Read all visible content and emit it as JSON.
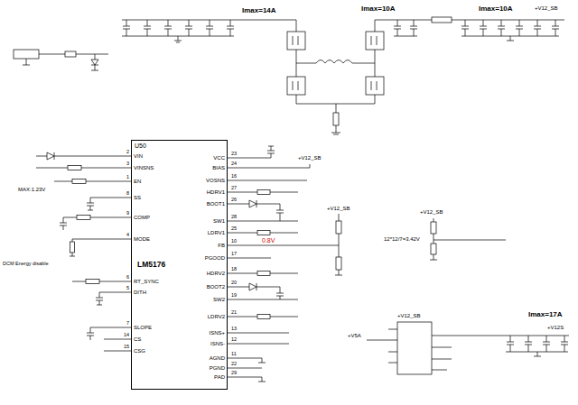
{
  "diagram": {
    "nodes": [
      {
        "text": [
          "U50",
          "LM5176"
        ]
      }
    ],
    "labels": [
      "Imax=14A",
      "Imax=10A",
      "Imax=10A",
      "+V12_SB",
      "Imax=17A",
      "+V12S",
      "+V12_SB",
      "+V12_SB",
      "+V12_SB",
      "12*12/7=3.42V",
      "0.8V",
      "MAX:1.23V",
      "DCM Energy disable",
      "+V12_SB",
      "+V5A",
      "VIN",
      "2",
      "VINSNS",
      "3",
      "EN",
      "1",
      "SS",
      "8",
      "COMP",
      "9",
      "MODE",
      "4",
      "RT_SYNC",
      "6",
      "DITH",
      "5",
      "SLOPE",
      "7",
      "CS",
      "14",
      "CSG",
      "15",
      "VCC",
      "23",
      "BIAS",
      "24",
      "VOSNS",
      "16",
      "HDRV1",
      "27",
      "BOOT1",
      "26",
      "SW1",
      "28",
      "LDRV1",
      "25",
      "FB",
      "10",
      "PGOOD",
      "17",
      "HDRV2",
      "18",
      "BOOT2",
      "20",
      "SW2",
      "19",
      "LDRV2",
      "21",
      "ISNS+",
      "13",
      "ISNS-",
      "12",
      "AGND",
      "11",
      "PGND",
      "22",
      "PAD",
      "29"
    ]
  }
}
